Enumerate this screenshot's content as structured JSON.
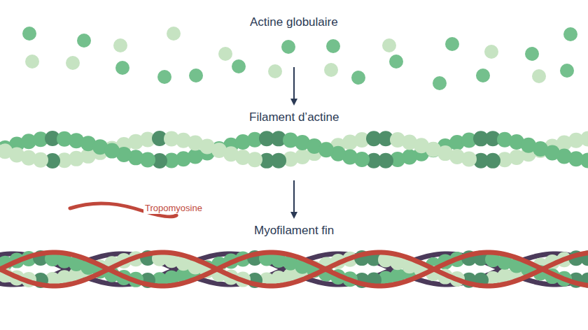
{
  "diagram": {
    "labels": [
      "Actine globulaire",
      "Filament d’actine",
      "Tropomyosine",
      "Myofilament fin"
    ]
  }
}
